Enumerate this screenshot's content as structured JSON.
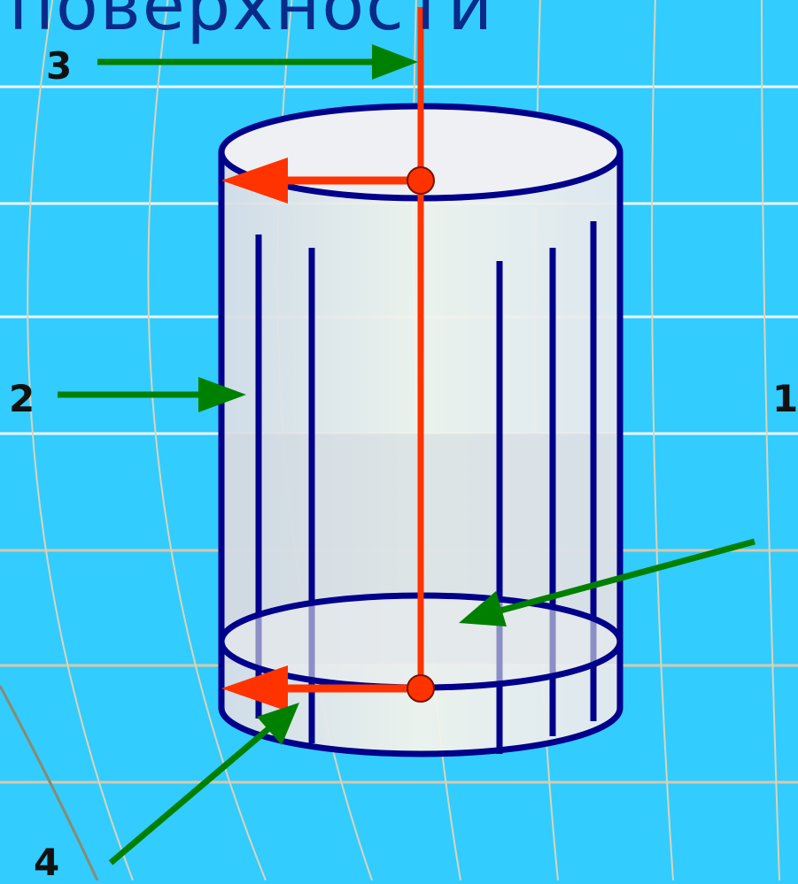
{
  "title": "поверхности",
  "labels": {
    "l1": "1",
    "l2": "2",
    "l3": "3",
    "l4": "4"
  },
  "colors": {
    "background": "#33ccff",
    "outline": "#00008b",
    "axis": "#ff3300",
    "arrow": "#008000",
    "grid": "#ffffff"
  }
}
